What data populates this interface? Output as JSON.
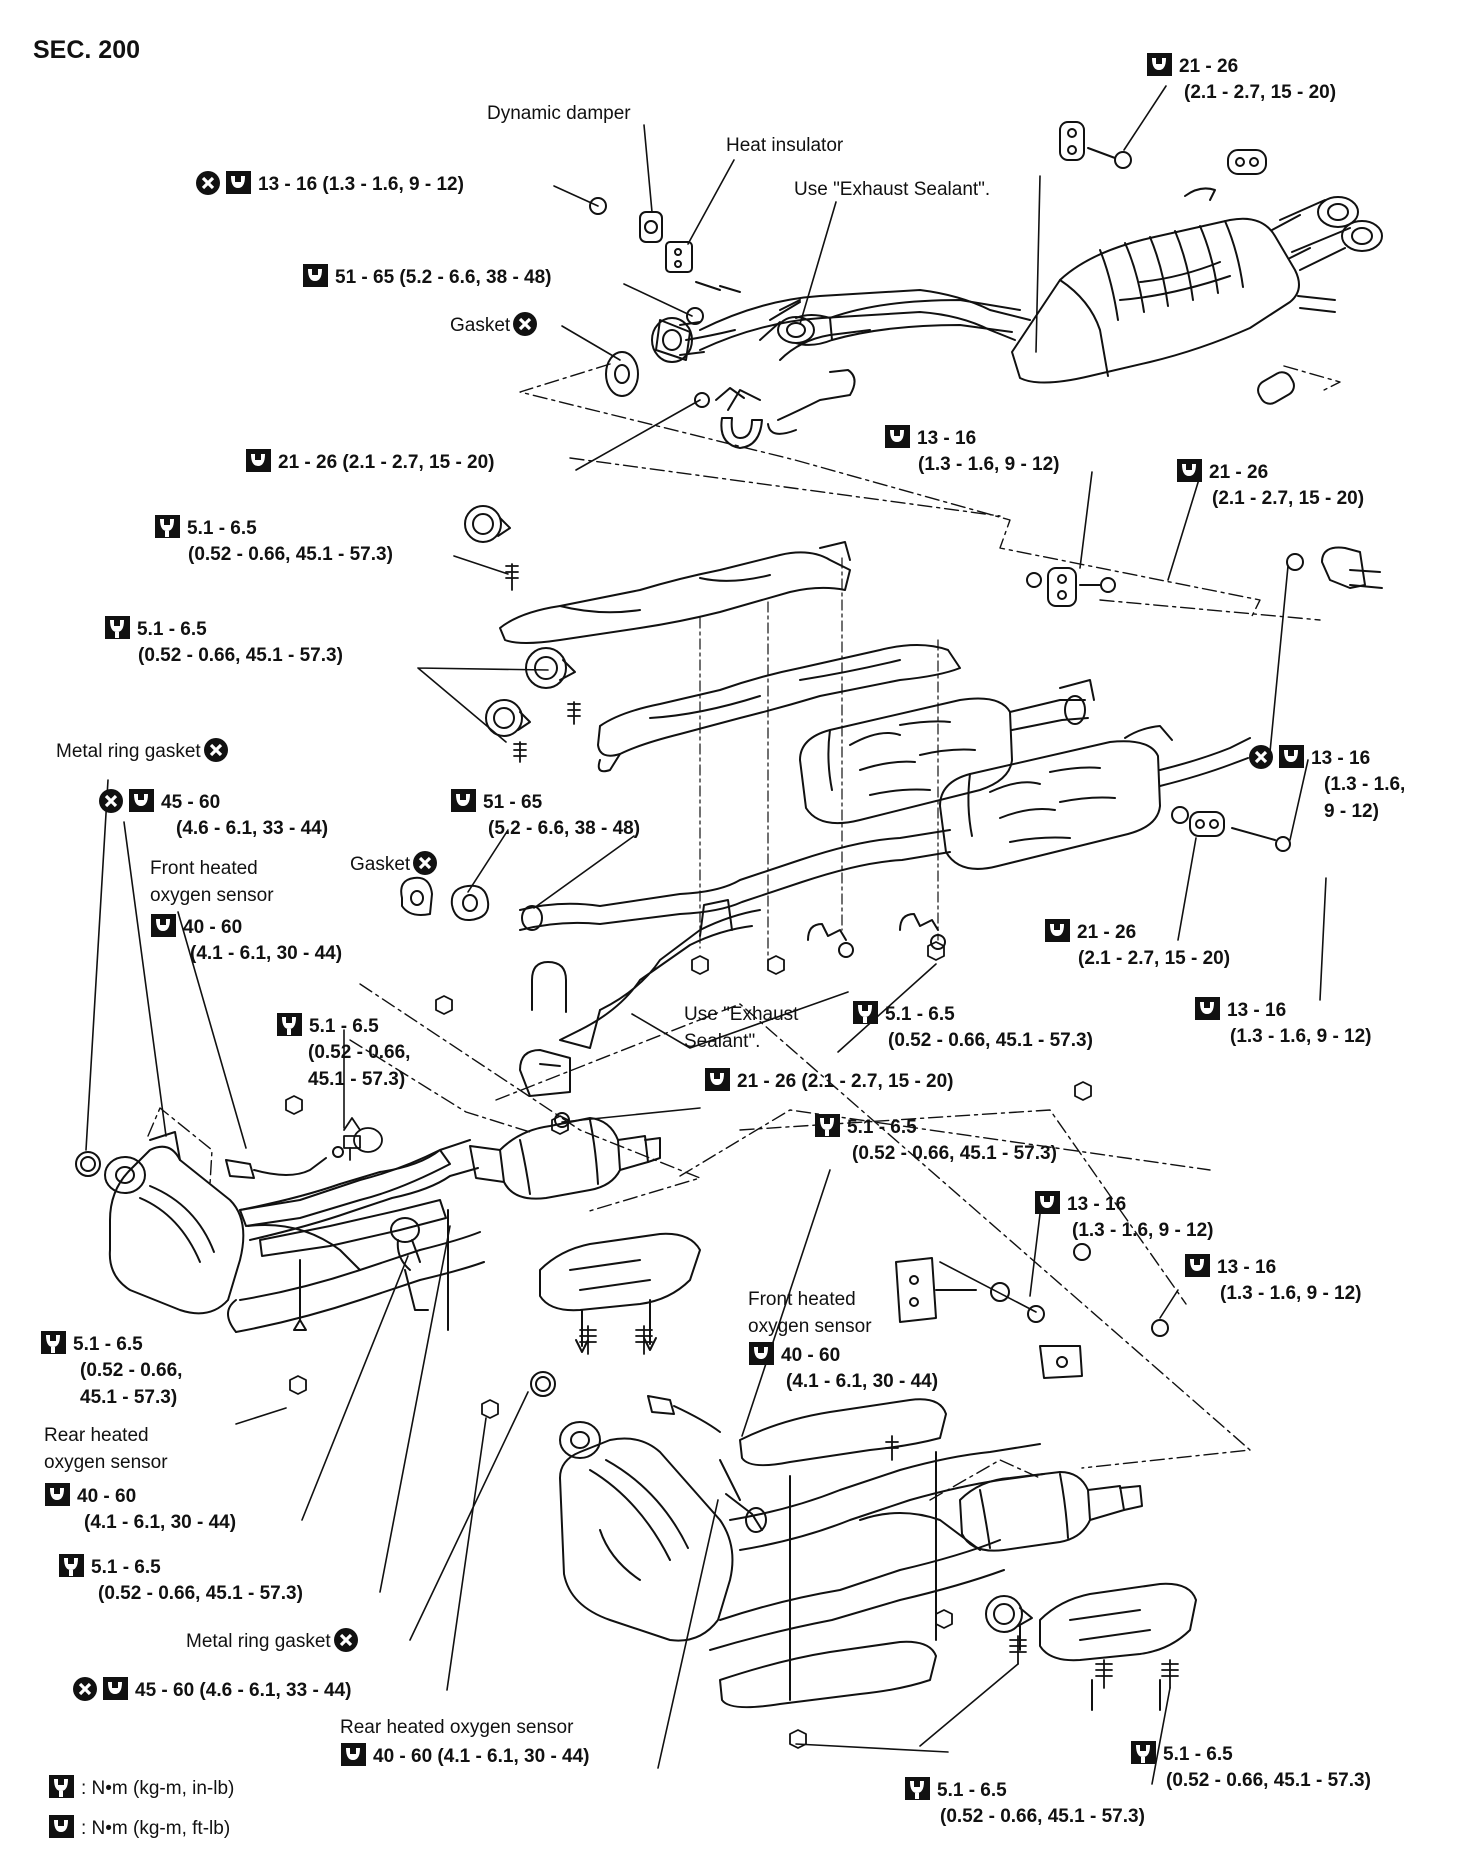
{
  "section": "SEC. 200",
  "labels": {
    "dynamic_damper": "Dynamic damper",
    "heat_insulator": "Heat insulator",
    "use_exhaust_sealant_top": "Use \"Exhaust Sealant\".",
    "use_exhaust_sealant_mid_1": "Use \"Exhaust",
    "use_exhaust_sealant_mid_2": "Sealant\".",
    "gasket": "Gasket",
    "metal_ring_gasket": "Metal ring gasket",
    "front_heated_oxygen_sensor_1": "Front heated",
    "front_heated_oxygen_sensor_2": "oxygen sensor",
    "rear_heated_oxygen_sensor_1": "Rear heated",
    "rear_heated_oxygen_sensor_2": "oxygen sensor",
    "rear_heated_oxygen_sensor_full": "Rear heated oxygen sensor"
  },
  "torques": {
    "t_21_26_full": "21 - 26 (2.1 - 2.7, 15 - 20)",
    "t_21_26": "21 - 26",
    "t_21_26_paren": "(2.1 - 2.7, 15 - 20)",
    "t_13_16_full": "13 - 16 (1.3 - 1.6, 9 - 12)",
    "t_13_16": "13 - 16",
    "t_13_16_paren": "(1.3 - 1.6, 9 - 12)",
    "t_13_16_paren_a": "(1.3 - 1.6,",
    "t_13_16_paren_b": "9 - 12)",
    "t_51_65_full": "51 - 65 (5.2 - 6.6, 38 - 48)",
    "t_51_65": "51 - 65",
    "t_51_65_paren": "(5.2 - 6.6, 38 - 48)",
    "t_5_6": "5.1 - 6.5",
    "t_5_6_paren": "(0.52 - 0.66, 45.1 - 57.3)",
    "t_5_6_paren_a": "(0.52 - 0.66,",
    "t_5_6_paren_b": "45.1 - 57.3)",
    "t_45_60": "45 - 60",
    "t_45_60_paren": "(4.6 - 6.1, 33 - 44)",
    "t_45_60_full": "45 - 60 (4.6 - 6.1, 33 - 44)",
    "t_40_60": "40 - 60",
    "t_40_60_paren": "(4.1 - 6.1, 30 - 44)",
    "t_40_60_full": "40 - 60 (4.1 - 6.1, 30 - 44)"
  },
  "legend": {
    "in_lb": ": N•m (kg-m, in-lb)",
    "ft_lb": ": N•m (kg-m, ft-lb)"
  },
  "icons": {
    "ft_lb": "torque-wrench-ft-lb-icon",
    "in_lb": "torque-wrench-in-lb-icon",
    "replace": "do-not-reuse-x-icon"
  }
}
